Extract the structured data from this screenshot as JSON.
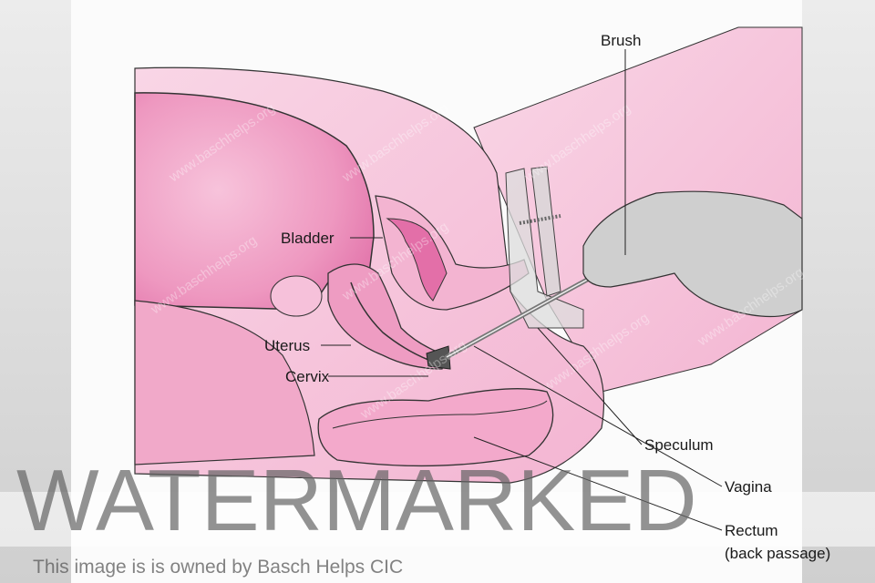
{
  "diagram": {
    "labels": {
      "brush": "Brush",
      "bladder": "Bladder",
      "uterus": "Uterus",
      "cervix": "Cervix",
      "speculum": "Speculum",
      "vagina": "Vagina",
      "rectum": "Rectum",
      "rectum_note": "(back passage)"
    },
    "colors": {
      "tissue": "#f2a6c8",
      "tissue_dark": "#e884b2",
      "skin": "#f8d0e2",
      "hand": "#cfcfcf"
    }
  },
  "watermark": {
    "site": "www.baschhelps.org",
    "stamp": "WATERMARKED",
    "owner": "This image is is owned by Basch Helps CIC"
  }
}
